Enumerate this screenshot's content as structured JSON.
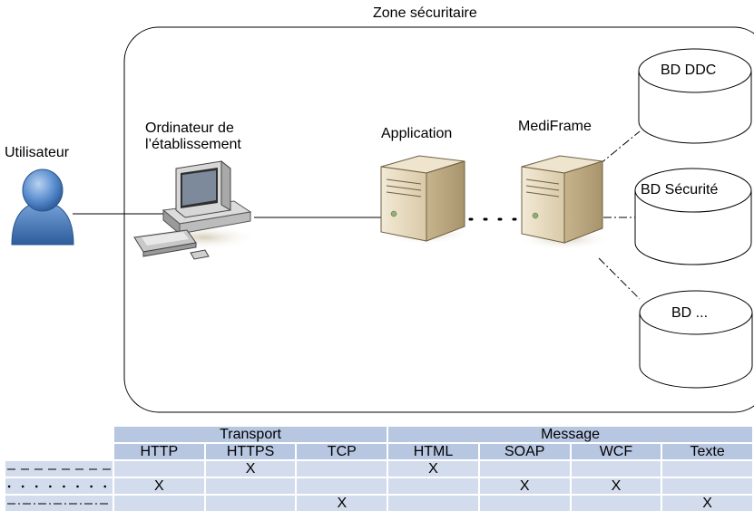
{
  "zone_title": "Zone sécuritaire",
  "nodes": {
    "user": "Utilisateur",
    "computer": "Ordinateur de\nl’établissement",
    "application": "Application",
    "mediframe": "MediFrame",
    "db1": "BD DDC",
    "db2": "BD Sécurité",
    "db3": "BD ..."
  },
  "legend": {
    "groups": [
      "Transport",
      "Message"
    ],
    "columns": [
      "HTTP",
      "HTTPS",
      "TCP",
      "HTML",
      "SOAP",
      "WCF",
      "Texte"
    ],
    "rows": [
      {
        "line_style": "dashed",
        "cells": [
          "",
          "X",
          "",
          "X",
          "",
          "",
          ""
        ]
      },
      {
        "line_style": "dotted",
        "cells": [
          "X",
          "",
          "",
          "",
          "X",
          "X",
          ""
        ]
      },
      {
        "line_style": "dash-dot",
        "cells": [
          "",
          "",
          "X",
          "",
          "",
          "",
          "X"
        ]
      }
    ]
  }
}
